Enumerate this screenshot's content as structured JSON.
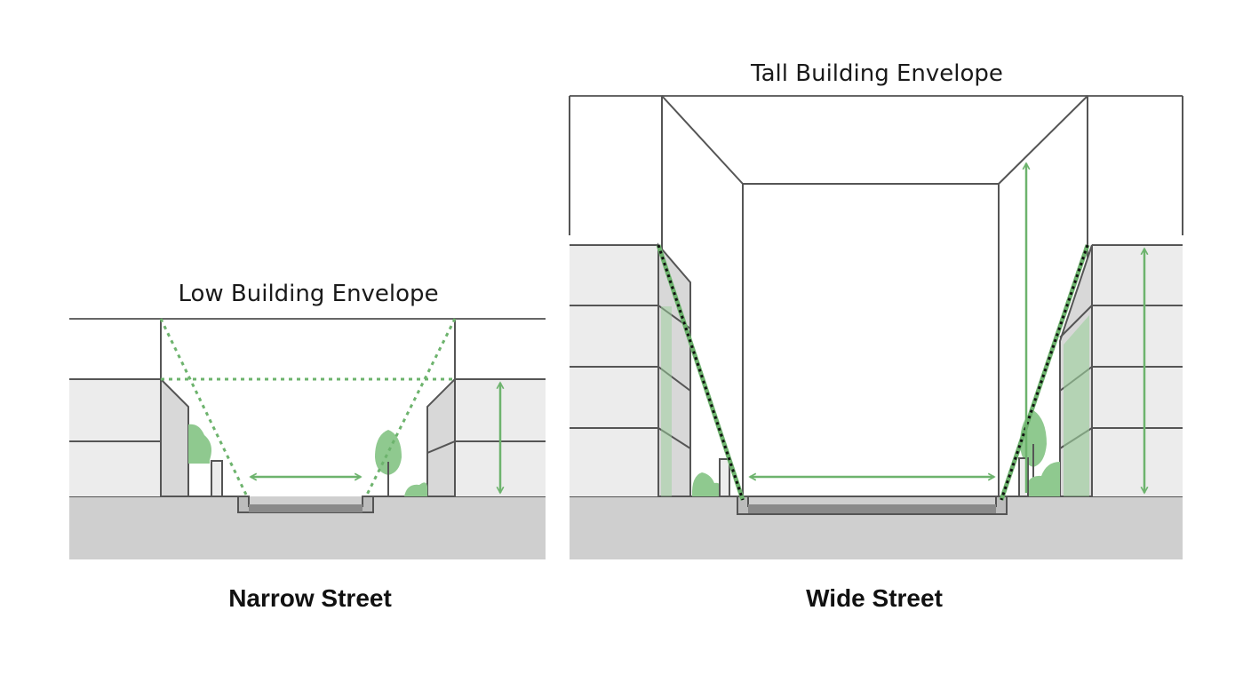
{
  "left_panel": {
    "envelope_label": "Low Building Envelope",
    "caption": "Narrow Street"
  },
  "right_panel": {
    "envelope_label": "Tall Building Envelope",
    "caption": "Wide Street"
  },
  "colors": {
    "accent_green": "#6db36d",
    "line_gray": "#555555",
    "ground_gray": "#cfcfcf",
    "facade_gray": "#ececec"
  },
  "icons": [
    "tree-icon",
    "shrub-icon",
    "double-arrow-icon"
  ]
}
